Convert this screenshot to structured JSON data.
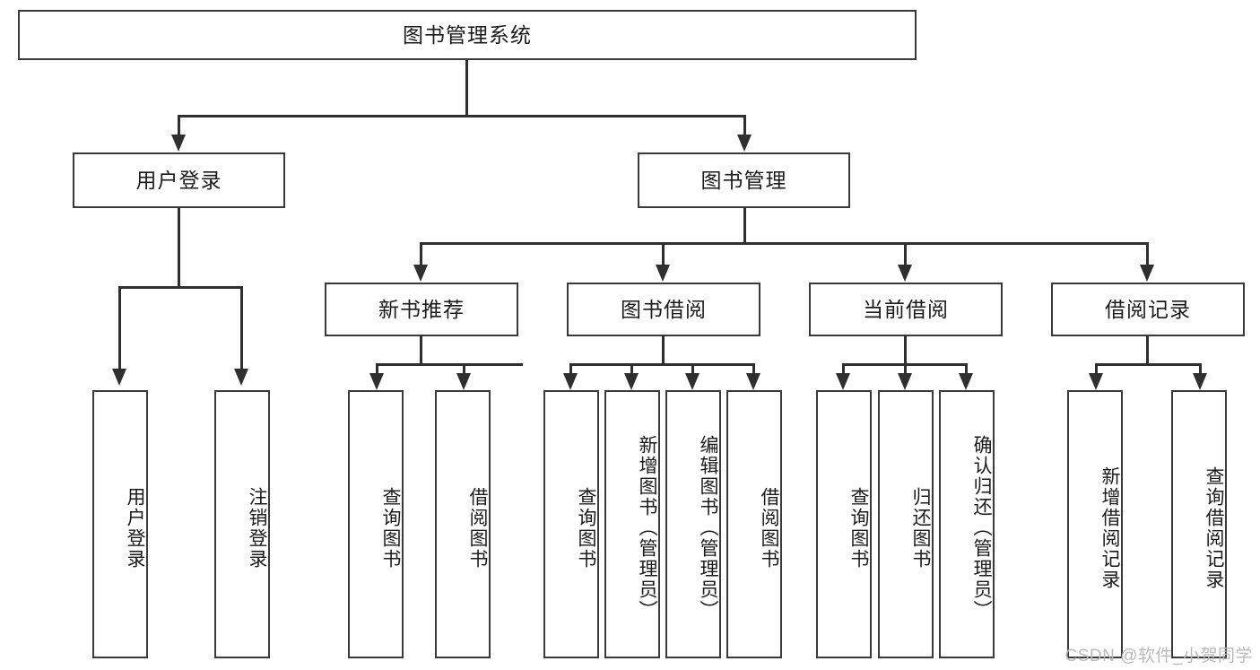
{
  "diagram": {
    "title": "图书管理系统",
    "watermark": "CSDN @软件_小贺同学",
    "root": {
      "label": "图书管理系统"
    },
    "level2": [
      {
        "label": "用户登录"
      },
      {
        "label": "图书管理"
      }
    ],
    "level3": [
      {
        "label": "新书推荐"
      },
      {
        "label": "图书借阅"
      },
      {
        "label": "当前借阅"
      },
      {
        "label": "借阅记录"
      }
    ],
    "leaves": {
      "user_login": [
        {
          "label": "用户登录"
        },
        {
          "label": "注销登录"
        }
      ],
      "new_book_recommend": [
        {
          "label": "查询图书"
        },
        {
          "label": "借阅图书"
        }
      ],
      "book_borrow": [
        {
          "label": "查询图书"
        },
        {
          "label": "新增图书（管理员）"
        },
        {
          "label": "编辑图书（管理员）"
        },
        {
          "label": "借阅图书"
        }
      ],
      "current_borrow": [
        {
          "label": "查询图书"
        },
        {
          "label": "归还图书"
        },
        {
          "label": "确认归还（管理员）"
        }
      ],
      "borrow_record": [
        {
          "label": "新增借阅记录"
        },
        {
          "label": "查询借阅记录"
        }
      ]
    }
  },
  "colors": {
    "box_border": "#3a3a3a",
    "connector": "#2f2f2f",
    "text": "#1b1b1b",
    "background": "#ffffff",
    "watermark": "#b9b9b9"
  }
}
